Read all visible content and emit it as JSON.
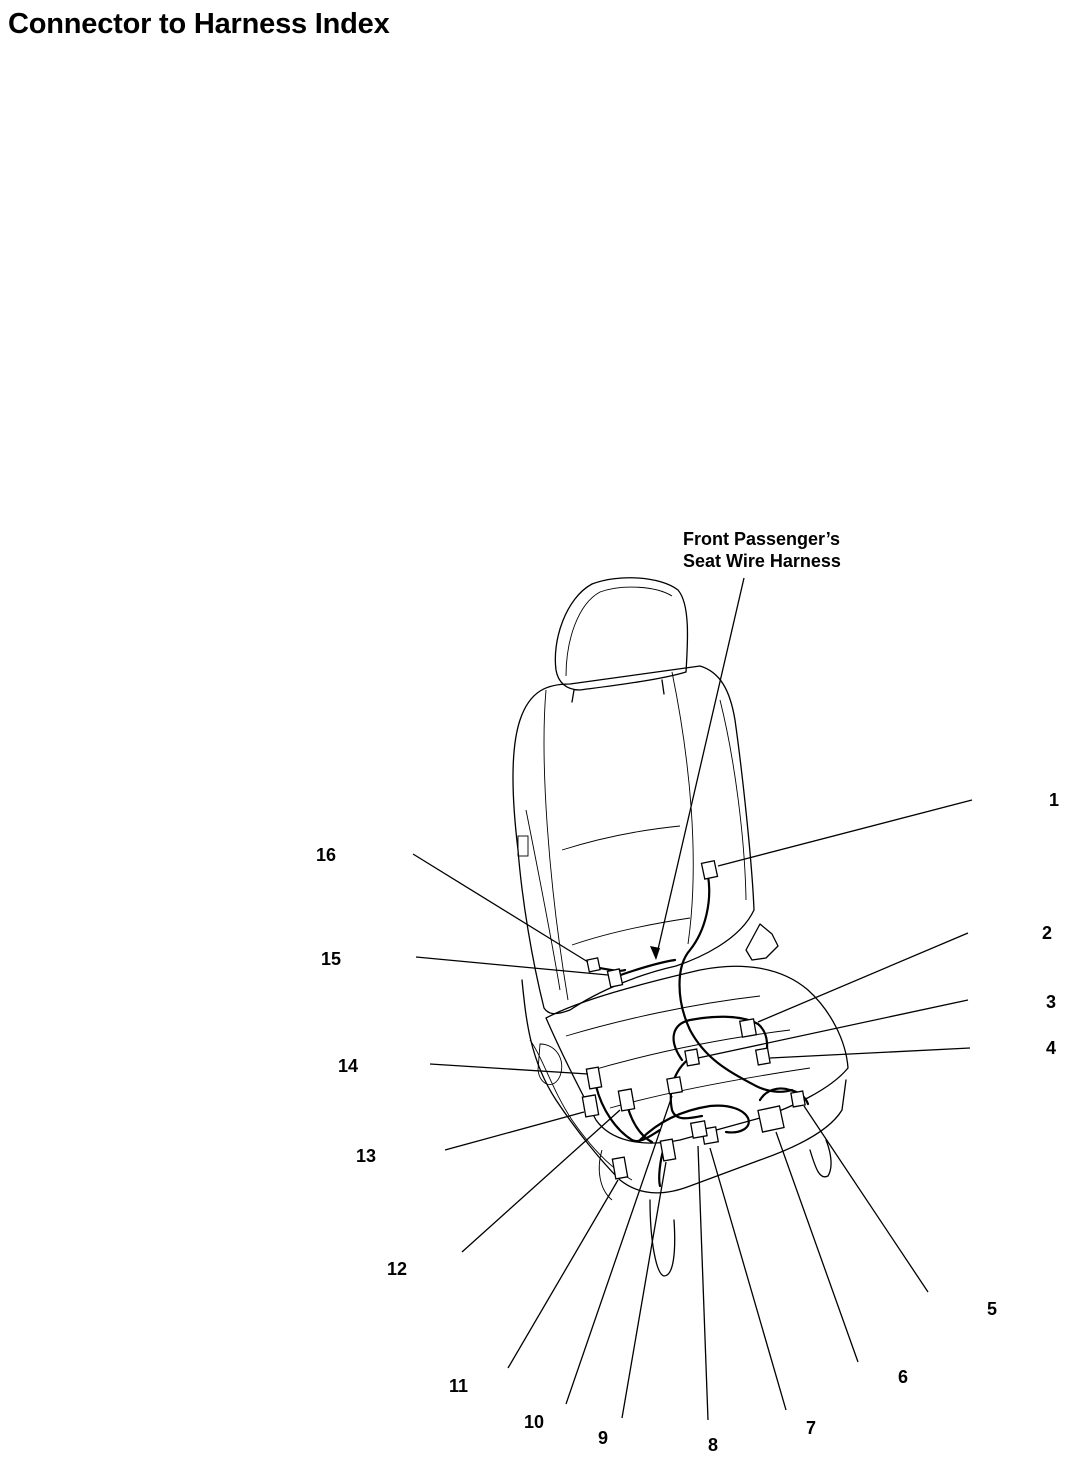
{
  "title": "Connector to Harness Index",
  "harness_label": {
    "line1": "Front Passenger’s",
    "line2": "Seat Wire Harness"
  },
  "callouts": [
    "1",
    "2",
    "3",
    "4",
    "5",
    "6",
    "7",
    "8",
    "9",
    "10",
    "11",
    "12",
    "13",
    "14",
    "15",
    "16"
  ]
}
